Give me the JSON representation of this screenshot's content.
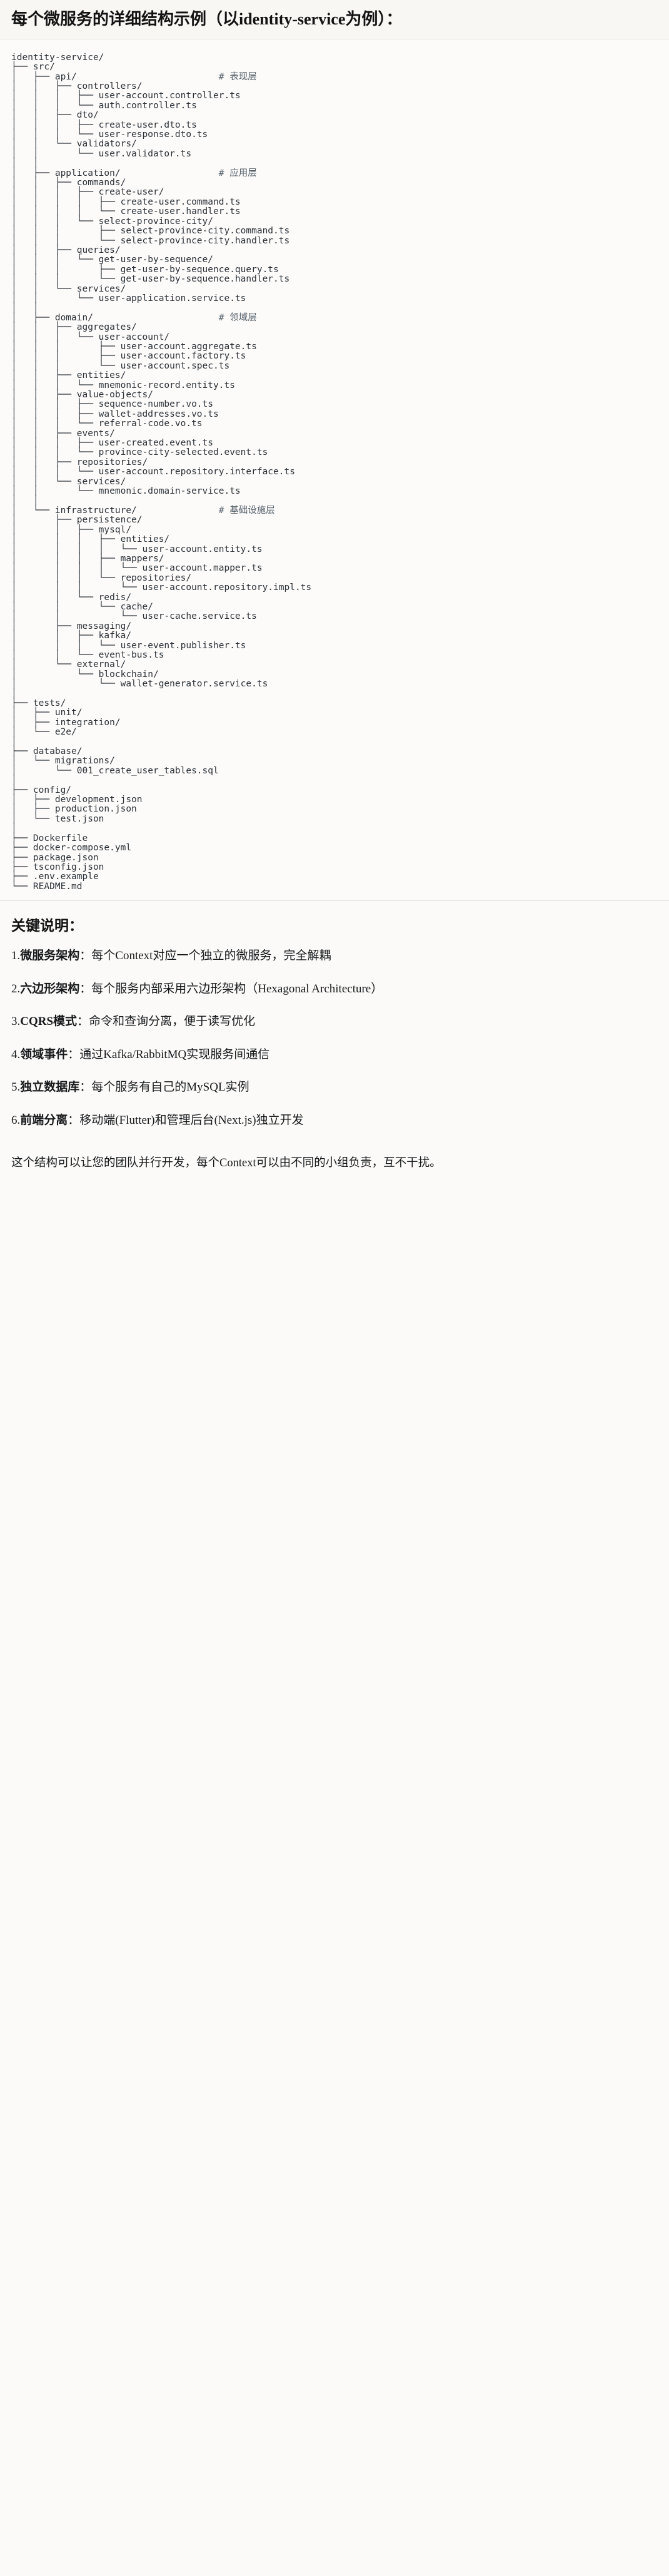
{
  "document": {
    "title": "每个微服务的详细结构示例（以identity-service为例）："
  },
  "tree": {
    "root": "identity-service/",
    "lines": [
      "identity-service/",
      "├── src/",
      "│   ├── api/                          # 表现层",
      "│   │   ├── controllers/",
      "│   │   │   ├── user-account.controller.ts",
      "│   │   │   └── auth.controller.ts",
      "│   │   ├── dto/",
      "│   │   │   ├── create-user.dto.ts",
      "│   │   │   └── user-response.dto.ts",
      "│   │   └── validators/",
      "│   │       └── user.validator.ts",
      "│   │",
      "│   ├── application/                  # 应用层",
      "│   │   ├── commands/",
      "│   │   │   ├── create-user/",
      "│   │   │   │   ├── create-user.command.ts",
      "│   │   │   │   └── create-user.handler.ts",
      "│   │   │   └── select-province-city/",
      "│   │   │       ├── select-province-city.command.ts",
      "│   │   │       └── select-province-city.handler.ts",
      "│   │   ├── queries/",
      "│   │   │   └── get-user-by-sequence/",
      "│   │   │       ├── get-user-by-sequence.query.ts",
      "│   │   │       └── get-user-by-sequence.handler.ts",
      "│   │   └── services/",
      "│   │       └── user-application.service.ts",
      "│   │",
      "│   ├── domain/                       # 领域层",
      "│   │   ├── aggregates/",
      "│   │   │   └── user-account/",
      "│   │   │       ├── user-account.aggregate.ts",
      "│   │   │       ├── user-account.factory.ts",
      "│   │   │       └── user-account.spec.ts",
      "│   │   ├── entities/",
      "│   │   │   └── mnemonic-record.entity.ts",
      "│   │   ├── value-objects/",
      "│   │   │   ├── sequence-number.vo.ts",
      "│   │   │   ├── wallet-addresses.vo.ts",
      "│   │   │   └── referral-code.vo.ts",
      "│   │   ├── events/",
      "│   │   │   ├── user-created.event.ts",
      "│   │   │   └── province-city-selected.event.ts",
      "│   │   ├── repositories/",
      "│   │   │   └── user-account.repository.interface.ts",
      "│   │   └── services/",
      "│   │       └── mnemonic.domain-service.ts",
      "│   │",
      "│   └── infrastructure/               # 基础设施层",
      "│       ├── persistence/",
      "│       │   ├── mysql/",
      "│       │   │   ├── entities/",
      "│       │   │   │   └── user-account.entity.ts",
      "│       │   │   ├── mappers/",
      "│       │   │   │   └── user-account.mapper.ts",
      "│       │   │   └── repositories/",
      "│       │   │       └── user-account.repository.impl.ts",
      "│       │   └── redis/",
      "│       │       └── cache/",
      "│       │           └── user-cache.service.ts",
      "│       ├── messaging/",
      "│       │   ├── kafka/",
      "│       │   │   └── user-event.publisher.ts",
      "│       │   └── event-bus.ts",
      "│       └── external/",
      "│           └── blockchain/",
      "│               └── wallet-generator.service.ts",
      "│",
      "├── tests/",
      "│   ├── unit/",
      "│   ├── integration/",
      "│   └── e2e/",
      "│",
      "├── database/",
      "│   └── migrations/",
      "│       └── 001_create_user_tables.sql",
      "│",
      "├── config/",
      "│   ├── development.json",
      "│   ├── production.json",
      "│   └── test.json",
      "│",
      "├── Dockerfile",
      "├── docker-compose.yml",
      "├── package.json",
      "├── tsconfig.json",
      "├── .env.example",
      "└── README.md"
    ],
    "layer_comments": [
      {
        "path": "src/api/",
        "comment": "# 表现层"
      },
      {
        "path": "src/application/",
        "comment": "# 应用层"
      },
      {
        "path": "src/domain/",
        "comment": "# 领域层"
      },
      {
        "path": "src/infrastructure/",
        "comment": "# 基础设施层"
      }
    ]
  },
  "notes": {
    "title": "关键说明：",
    "items": [
      {
        "num": "1.",
        "term": "微服务架构",
        "sep": "：",
        "desc": "每个Context对应一个独立的微服务，完全解耦"
      },
      {
        "num": "2.",
        "term": "六边形架构",
        "sep": "：",
        "desc": "每个服务内部采用六边形架构（Hexagonal Architecture）"
      },
      {
        "num": "3.",
        "term": "CQRS模式",
        "sep": "：",
        "desc": "命令和查询分离，便于读写优化"
      },
      {
        "num": "4.",
        "term": "领域事件",
        "sep": "：",
        "desc": "通过Kafka/RabbitMQ实现服务间通信"
      },
      {
        "num": "5.",
        "term": "独立数据库",
        "sep": "：",
        "desc": "每个服务有自己的MySQL实例"
      },
      {
        "num": "6.",
        "term": "前端分离",
        "sep": "：",
        "desc": "移动端(Flutter)和管理后台(Next.js)独立开发"
      }
    ],
    "closing": "这个结构可以让您的团队并行开发，每个Context可以由不同的小组负责，互不干扰。"
  }
}
